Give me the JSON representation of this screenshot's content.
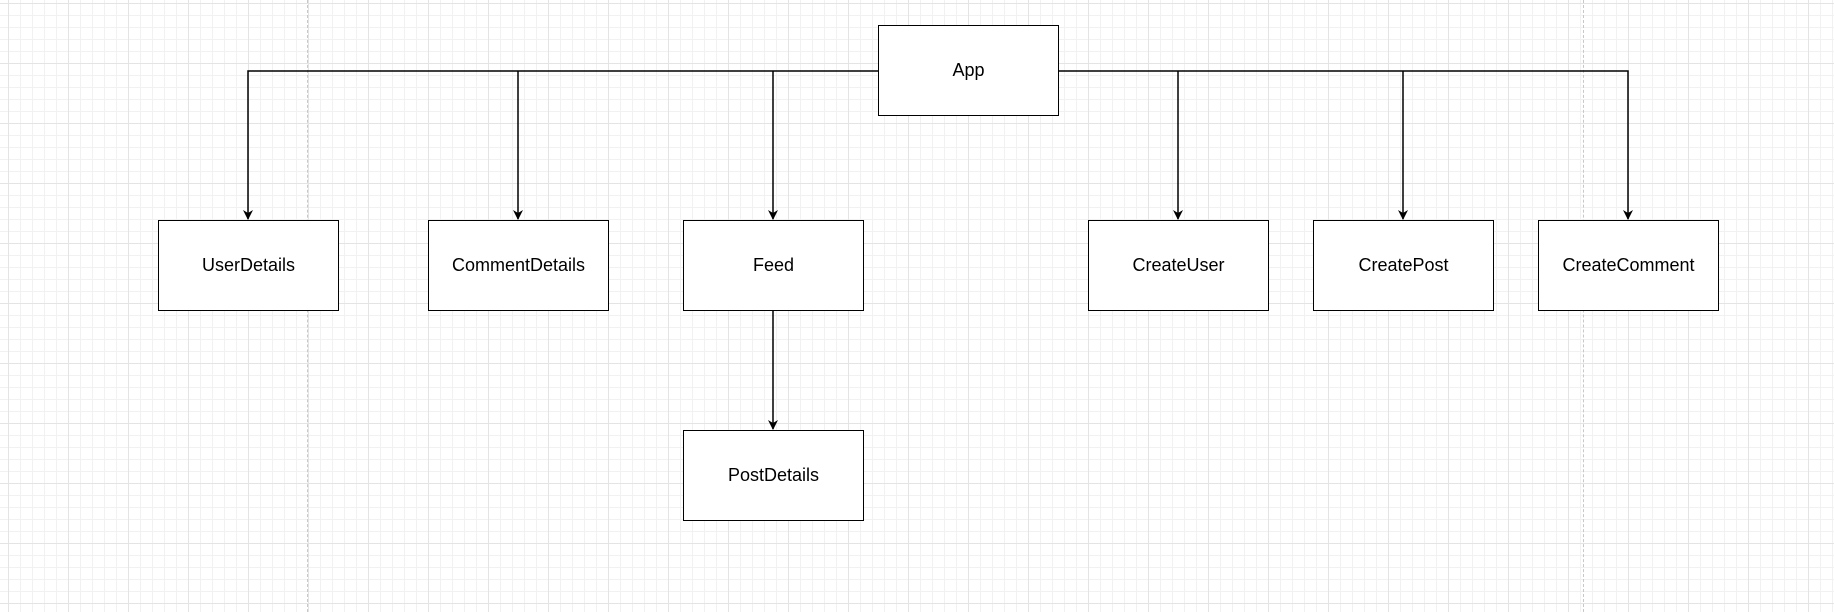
{
  "diagram": {
    "type": "tree",
    "colors": {
      "line": "#000000",
      "node_fill": "#ffffff",
      "node_border": "#000000",
      "grid_major": "#e4e4e4",
      "grid_minor": "#f1f1f1",
      "page_break": "#c8c8c8"
    },
    "nodes": {
      "app": "App",
      "user_details": "UserDetails",
      "comment_details": "CommentDetails",
      "feed": "Feed",
      "post_details": "PostDetails",
      "create_user": "CreateUser",
      "create_post": "CreatePost",
      "create_comment": "CreateComment"
    },
    "edges": [
      {
        "from": "App",
        "to": "UserDetails"
      },
      {
        "from": "App",
        "to": "CommentDetails"
      },
      {
        "from": "App",
        "to": "Feed"
      },
      {
        "from": "App",
        "to": "CreateUser"
      },
      {
        "from": "App",
        "to": "CreatePost"
      },
      {
        "from": "App",
        "to": "CreateComment"
      },
      {
        "from": "Feed",
        "to": "PostDetails"
      }
    ]
  }
}
